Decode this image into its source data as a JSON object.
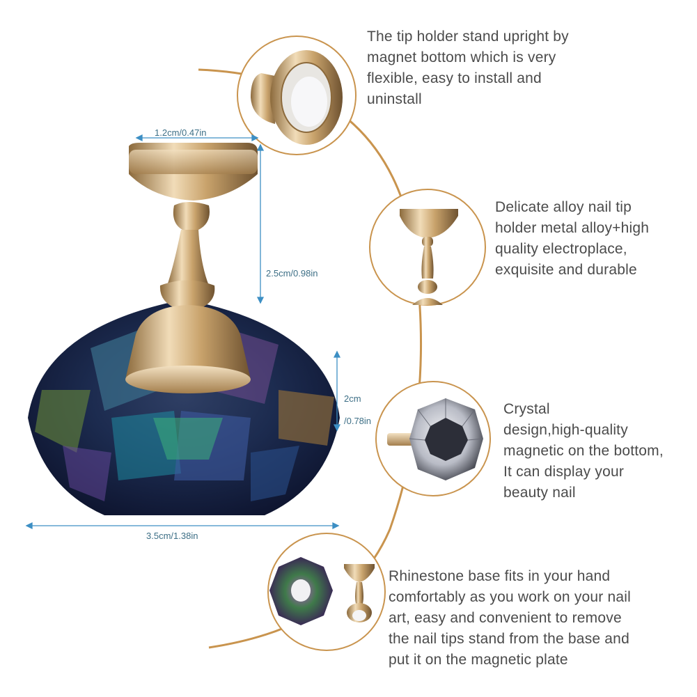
{
  "dimensions": {
    "width_label": "1.2cm/0.47in",
    "height_label": "2.5cm/0.98in",
    "base_height_label_line1": "2cm",
    "base_height_label_line2": "/0.78in",
    "base_width_label": "3.5cm/1.38in"
  },
  "features": [
    {
      "text": "The tip holder stand upright by\nmagnet bottom which is very\nflexible, easy to install and\nuninstall"
    },
    {
      "text": "Delicate alloy nail tip\nholder metal alloy+high\nquality electroplace,\nexquisite and durable"
    },
    {
      "text": "Crystal\ndesign,high-quality\nmagnetic on the bottom,\nIt can display your\nbeauty nail"
    },
    {
      "text": "Rhinestone base fits in your hand\ncomfortably as you work on your nail\nart, easy and convenient to remove\nthe nail tips stand from the base and\nput it on the magnetic plate"
    }
  ],
  "colors": {
    "arc": "#c9944e",
    "dimension_line": "#3d8fc4",
    "gold": "#d9b98a",
    "crystal_dark": "#1d2a45"
  },
  "icons": [
    "magnet-bottom-icon",
    "alloy-holder-icon",
    "crystal-base-icon",
    "rhinestone-base-icon"
  ]
}
